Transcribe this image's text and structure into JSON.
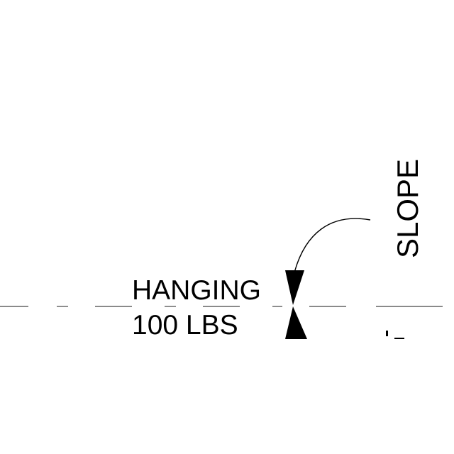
{
  "diagram": {
    "label_hanging": "HANGING",
    "label_weight": "100 LBS",
    "label_slope": "SLOPE",
    "colors": {
      "background": "#ffffff",
      "ink": "#000000"
    }
  }
}
